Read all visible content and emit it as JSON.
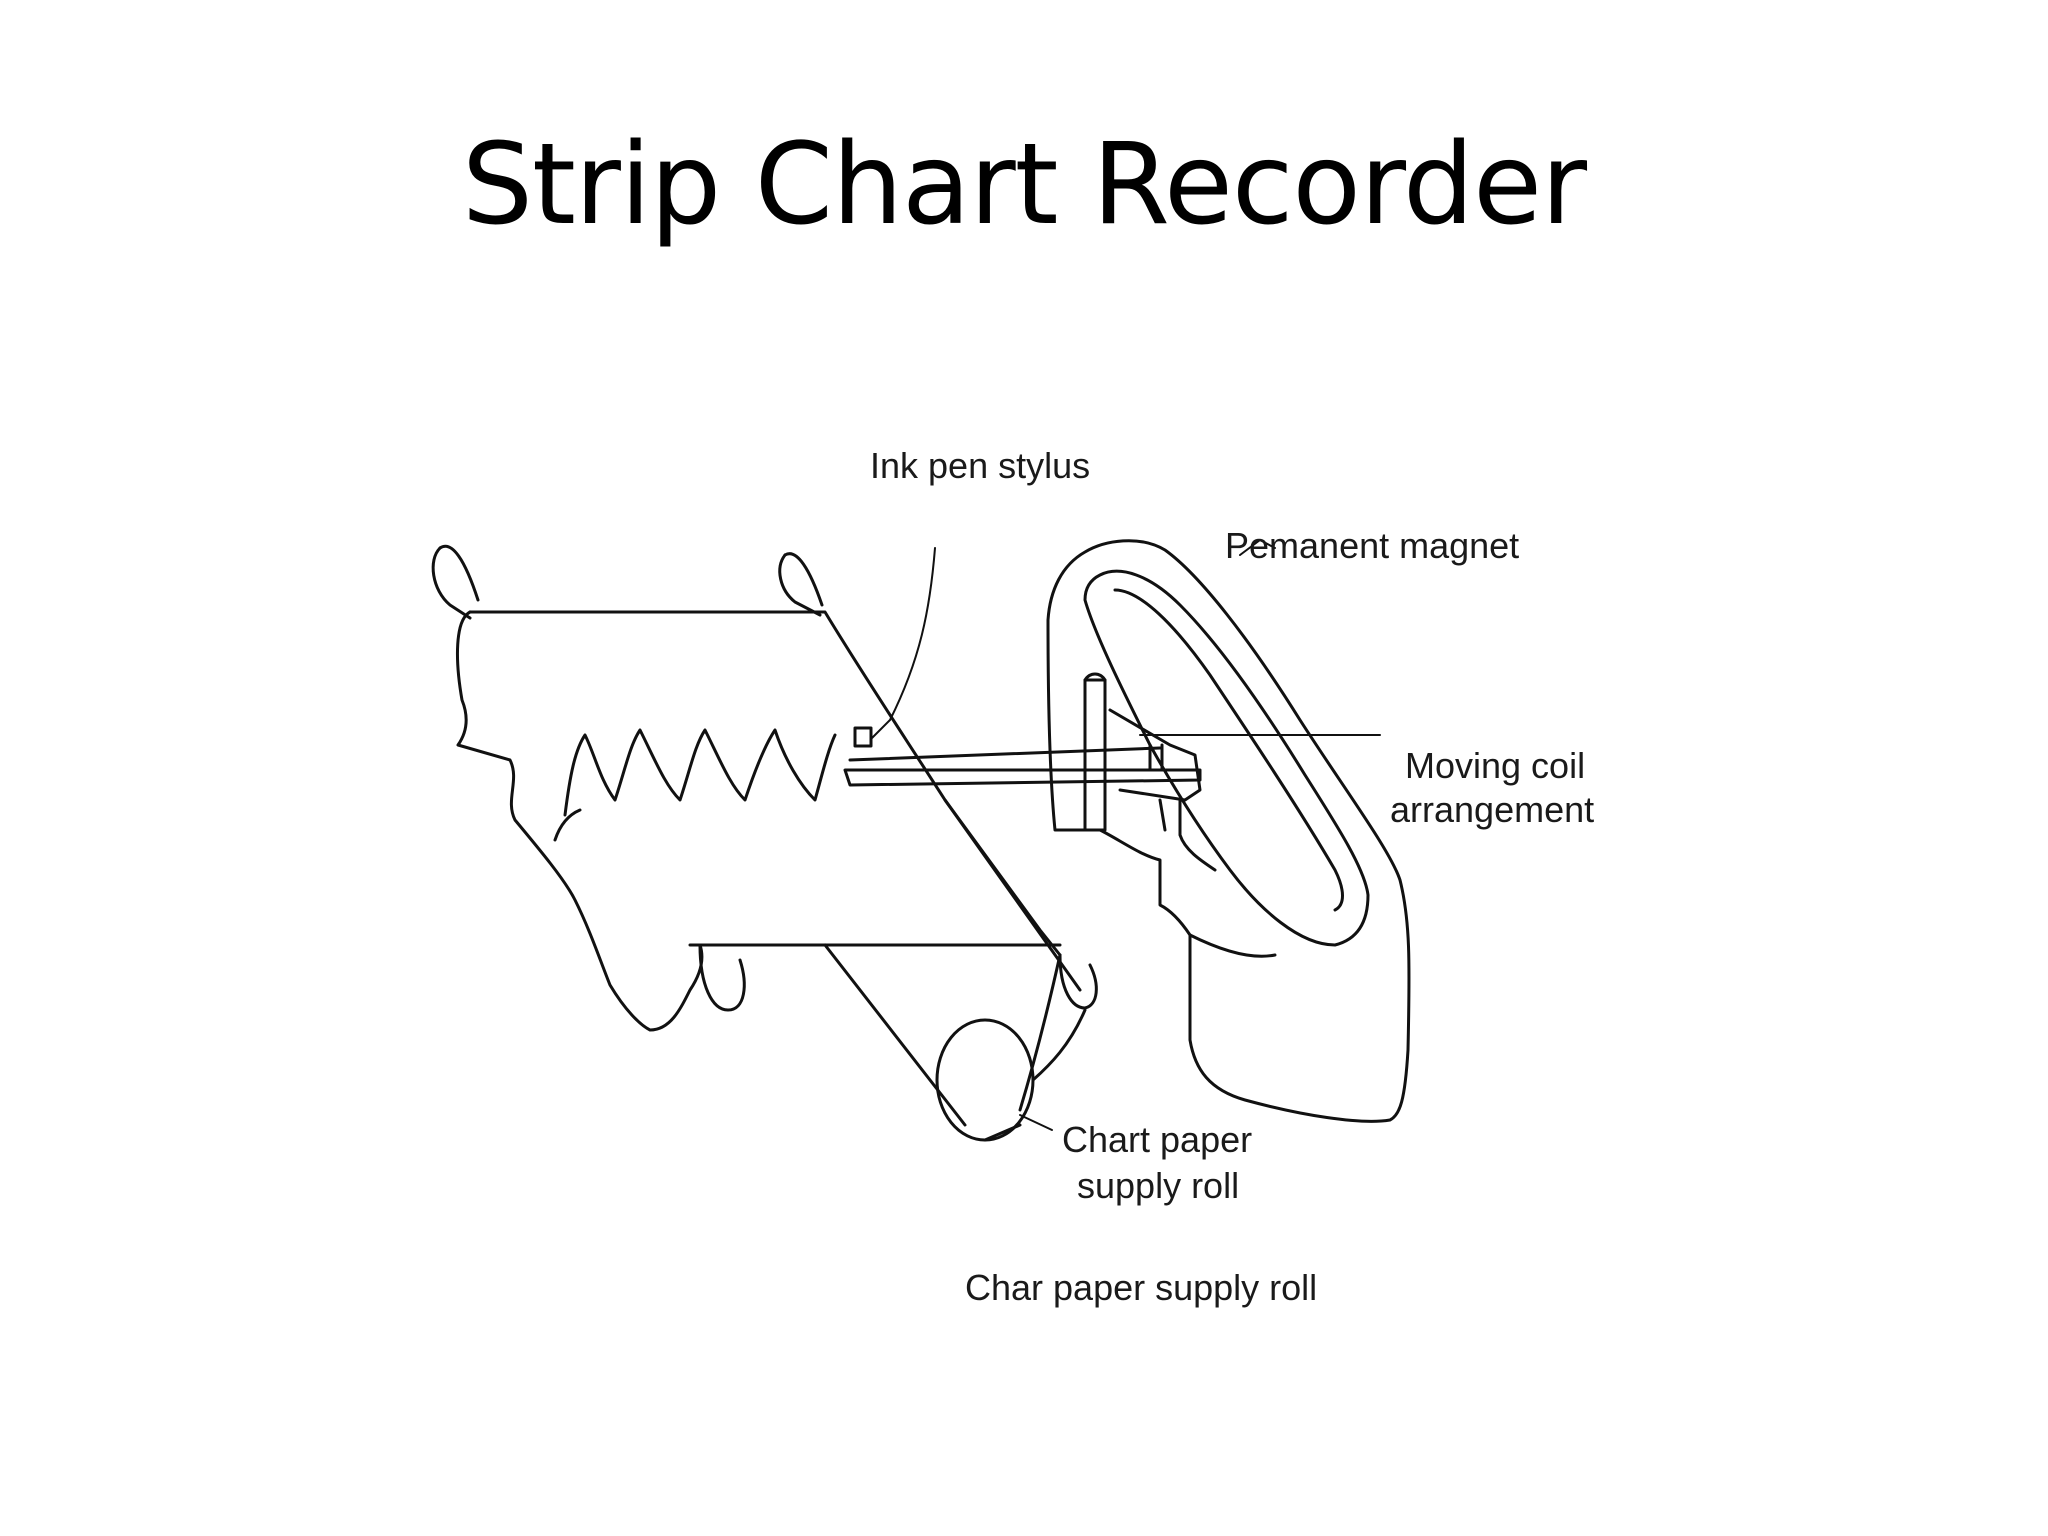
{
  "slide": {
    "title": "Strip Chart Recorder"
  },
  "diagram": {
    "labels": {
      "ink_pen_stylus": "Ink pen stylus",
      "permanent_magnet": "Pemanent magnet",
      "moving_coil_line1": "Moving coil",
      "moving_coil_line2": "arrangement",
      "chart_paper_line1": "Chart paper",
      "chart_paper_line2": "supply roll",
      "caption": "Char paper supply roll"
    },
    "colors": {
      "stroke": "#111111",
      "background": "#ffffff"
    }
  }
}
